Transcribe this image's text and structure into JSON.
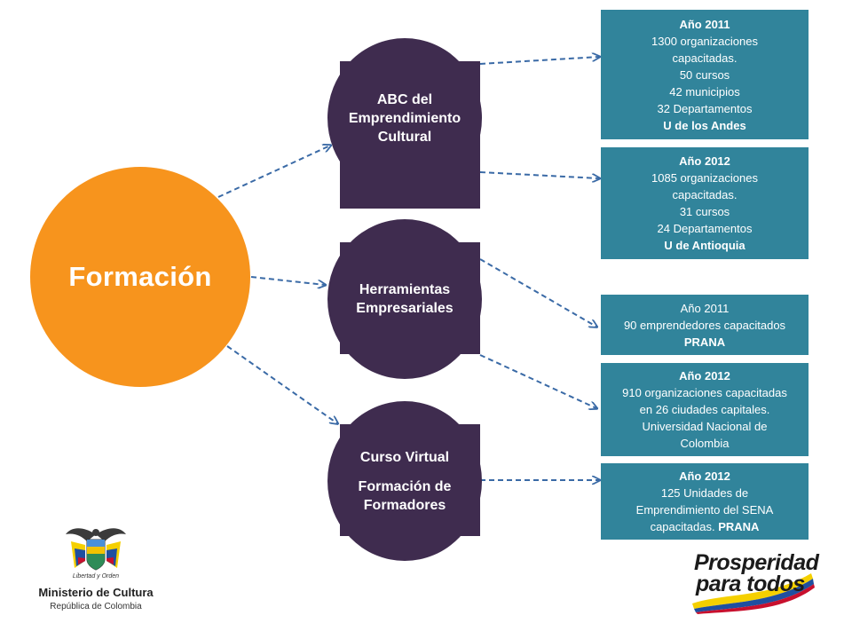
{
  "diagram": {
    "main": {
      "label": "Formación"
    },
    "nodes": [
      {
        "lines": [
          "ABC  del",
          "Emprendimiento",
          "Cultural"
        ]
      },
      {
        "lines": [
          "Herramientas",
          "Empresariales"
        ]
      },
      {
        "lines": [
          "Curso Virtual"
        ],
        "lines2": [
          "Formación de",
          "Formadores"
        ]
      }
    ],
    "boxes": [
      {
        "year": "Año  2011",
        "lines": [
          "1300 organizaciones",
          "capacitadas.",
          "50 cursos",
          "42 municipios",
          "32 Departamentos"
        ],
        "entity": "U de los Andes"
      },
      {
        "year": "Año  2012",
        "lines": [
          "1085 organizaciones",
          "capacitadas.",
          "31 cursos",
          "24 Departamentos"
        ],
        "entity": "U de Antioquia"
      },
      {
        "year": "Año  2011",
        "lines": [
          "90 emprendedores capacitados"
        ],
        "entity": "PRANA"
      },
      {
        "year": "Año  2012",
        "lines": [
          "910 organizaciones capacitadas",
          "en 26 ciudades capitales.",
          "Universidad Nacional de",
          "Colombia"
        ]
      },
      {
        "year": "Año  2012",
        "lines": [
          "125 Unidades de",
          "Emprendimiento del SENA"
        ],
        "tail": "capacitadas.",
        "entity": "PRANA"
      }
    ]
  },
  "logos": {
    "ministry": {
      "motto": "Libertad y Orden",
      "name": "Ministerio de Cultura",
      "country": "República de Colombia"
    },
    "prosperidad": {
      "line1": "Prosperidad",
      "line2": "para todos"
    }
  },
  "colors": {
    "main_circle": "#f7941d",
    "node": "#3f2c4f",
    "box": "#31849b",
    "arrow": "#3a6aa6"
  }
}
